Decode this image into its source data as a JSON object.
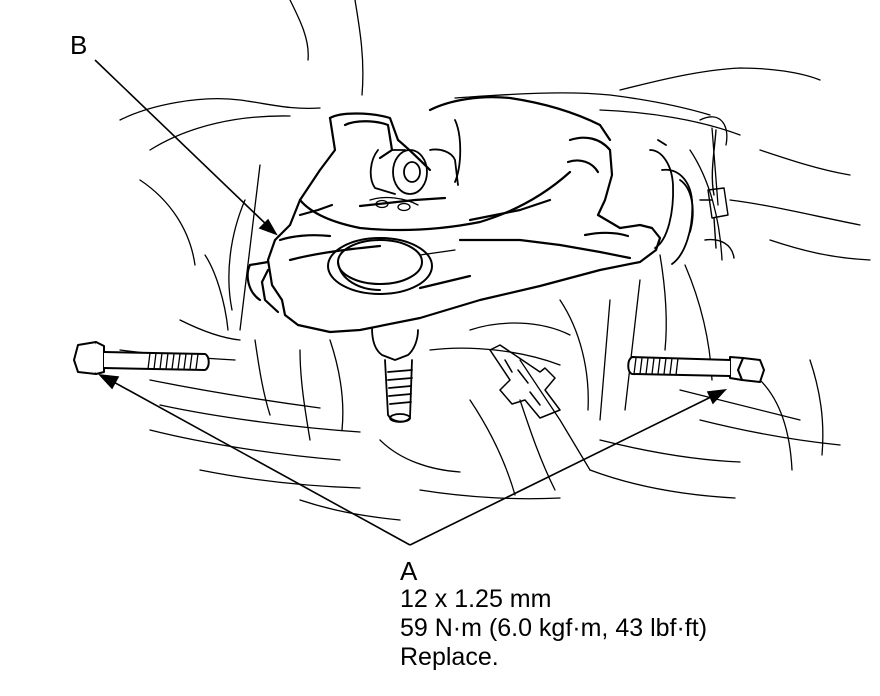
{
  "callouts": {
    "b": "B",
    "a": "A"
  },
  "spec": {
    "size": "12 x 1.25 mm",
    "torque": "59 N·m (6.0 kgf·m, 43 lbf·ft)",
    "note": "Replace."
  }
}
